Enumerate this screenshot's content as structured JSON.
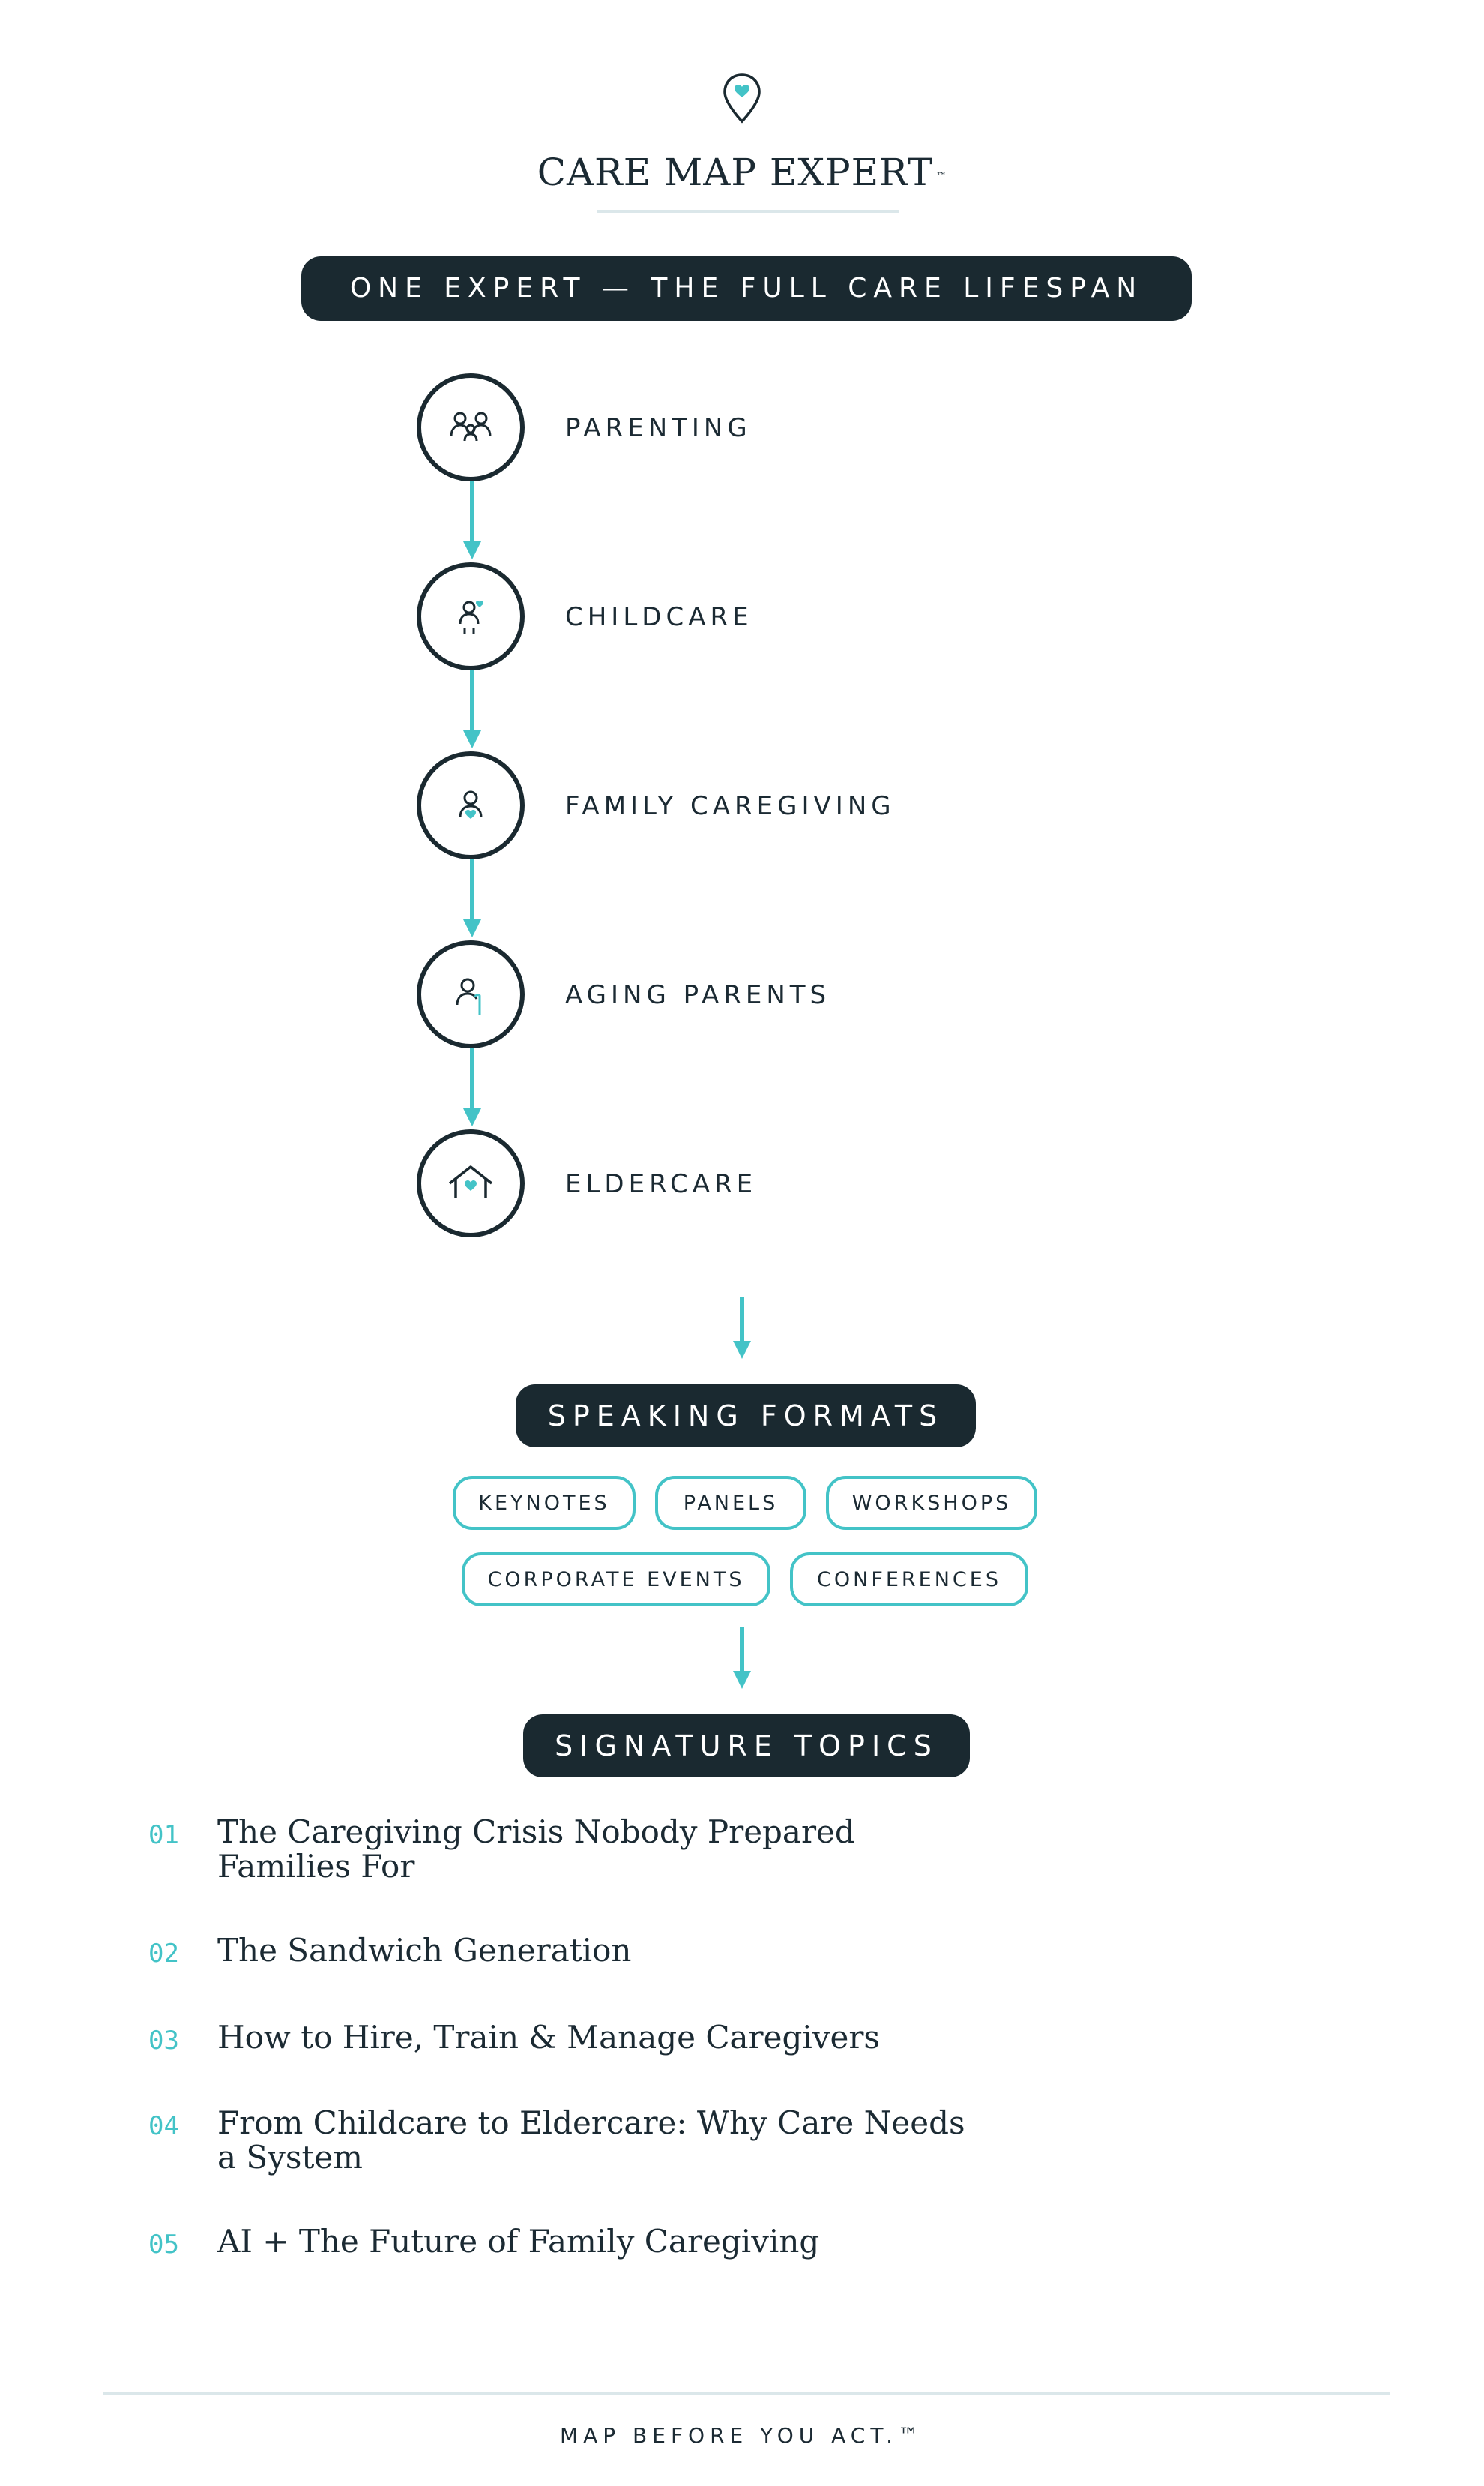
{
  "brand": {
    "title": "CARE MAP EXPERT",
    "trademark": "™",
    "icon": "map-pin-heart-icon"
  },
  "lifespan": {
    "header": "ONE EXPERT — THE FULL CARE LIFESPAN",
    "stages": [
      {
        "label": "PARENTING",
        "icon": "parents-child-icon"
      },
      {
        "label": "CHILDCARE",
        "icon": "child-heart-icon"
      },
      {
        "label": "FAMILY CAREGIVING",
        "icon": "caregiver-heart-icon"
      },
      {
        "label": "AGING PARENTS",
        "icon": "elder-cane-icon"
      },
      {
        "label": "ELDERCARE",
        "icon": "house-heart-icon"
      }
    ]
  },
  "formats": {
    "header": "SPEAKING FORMATS",
    "items": [
      "KEYNOTES",
      "PANELS",
      "WORKSHOPS",
      "CORPORATE EVENTS",
      "CONFERENCES"
    ]
  },
  "topics": {
    "header": "SIGNATURE TOPICS",
    "items": [
      {
        "number": "01",
        "lines": [
          "The Caregiving Crisis Nobody Prepared",
          "Families For"
        ]
      },
      {
        "number": "02",
        "lines": [
          "The Sandwich Generation"
        ]
      },
      {
        "number": "03",
        "lines": [
          "How to Hire, Train & Manage Caregivers"
        ]
      },
      {
        "number": "04",
        "lines": [
          "From Childcare to Eldercare: Why Care Needs",
          "a System"
        ]
      },
      {
        "number": "05",
        "lines": [
          "AI + The Future of Family Caregiving"
        ]
      }
    ]
  },
  "footer": {
    "tagline": "MAP BEFORE YOU ACT.™"
  },
  "colors": {
    "accent": "#43c3c7",
    "dark": "#1a2930",
    "text": "#1b2a33",
    "rule": "#dbe7ea"
  }
}
